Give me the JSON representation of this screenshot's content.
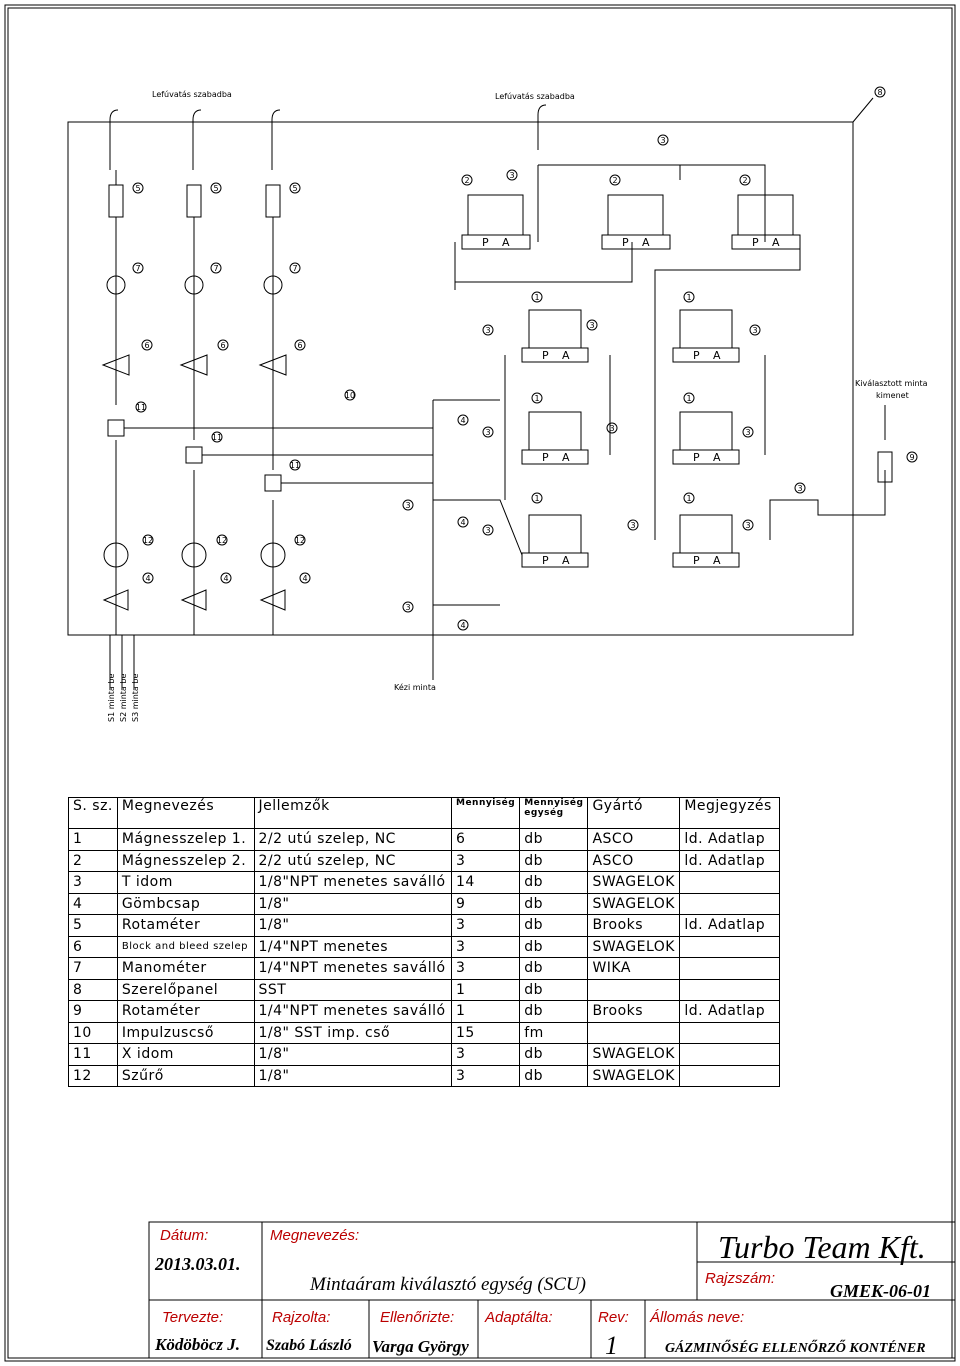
{
  "labels": {
    "vent_left": "Lefúvatás szabadba",
    "vent_right": "Lefúvatás szabadba",
    "output": [
      "Kiválasztott minta",
      "kimenet"
    ],
    "manual": "Kézi minta",
    "inlets": [
      "S1 minta be",
      "S2 minta be",
      "S3 minta be"
    ]
  },
  "valve_marks": [
    "P",
    "A"
  ],
  "bom": {
    "headers": [
      "S. sz.",
      "Megnevezés",
      "Jellemzők",
      "Mennyiség",
      "Mennyiség egység",
      "Gyártó",
      "Megjegyzés"
    ],
    "rows": [
      [
        "1",
        "Mágnesszelep 1.",
        "2/2 utú szelep, NC",
        "6",
        "db",
        "ASCO",
        "ld. Adatlap"
      ],
      [
        "2",
        "Mágnesszelep 2.",
        "2/2 utú szelep, NC",
        "3",
        "db",
        "ASCO",
        "ld. Adatlap"
      ],
      [
        "3",
        "T idom",
        "1/8\"NPT menetes saválló",
        "14",
        "db",
        "SWAGELOK",
        ""
      ],
      [
        "4",
        "Gömbcsap",
        "1/8\"",
        "9",
        "db",
        "SWAGELOK",
        ""
      ],
      [
        "5",
        "Rotaméter",
        "1/8\"",
        "3",
        "db",
        "Brooks",
        "ld. Adatlap"
      ],
      [
        "6",
        "Block and bleed szelep",
        "1/4\"NPT menetes",
        "3",
        "db",
        "SWAGELOK",
        ""
      ],
      [
        "7",
        "Manométer",
        "1/4\"NPT menetes saválló",
        "3",
        "db",
        "WIKA",
        ""
      ],
      [
        "8",
        "Szerelőpanel",
        "SST",
        "1",
        "db",
        "",
        ""
      ],
      [
        "9",
        "Rotaméter",
        "1/4\"NPT menetes saválló",
        "1",
        "db",
        "Brooks",
        "ld. Adatlap"
      ],
      [
        "10",
        "Impulzuscső",
        "1/8\" SST imp. cső",
        "15",
        "fm",
        "",
        ""
      ],
      [
        "11",
        "X idom",
        "1/8\"",
        "3",
        "db",
        "SWAGELOK",
        ""
      ],
      [
        "12",
        "Szűrő",
        "1/8\"",
        "3",
        "db",
        "SWAGELOK",
        ""
      ]
    ]
  },
  "title_block": {
    "date_label": "Dátum:",
    "date": "2013.03.01.",
    "name_label": "Megnevezés:",
    "name": "Mintaáram kiválasztó egység (SCU)",
    "company": "Turbo Team Kft.",
    "drawing_no_label": "Rajzszám:",
    "drawing_no": "GMEK-06-01",
    "designed_label": "Tervezte:",
    "designed": "Ködöböcz J.",
    "drawn_label": "Rajzolta:",
    "drawn": "Szabó László",
    "checked_label": "Ellenőrizte:",
    "checked": "Varga György",
    "adapted_label": "Adaptálta:",
    "adapted": "",
    "rev_label": "Rev:",
    "rev": "1",
    "station_label": "Állomás neve:",
    "station": "GÁZMINŐSÉG ELLENŐRZŐ KONTÉNER"
  }
}
